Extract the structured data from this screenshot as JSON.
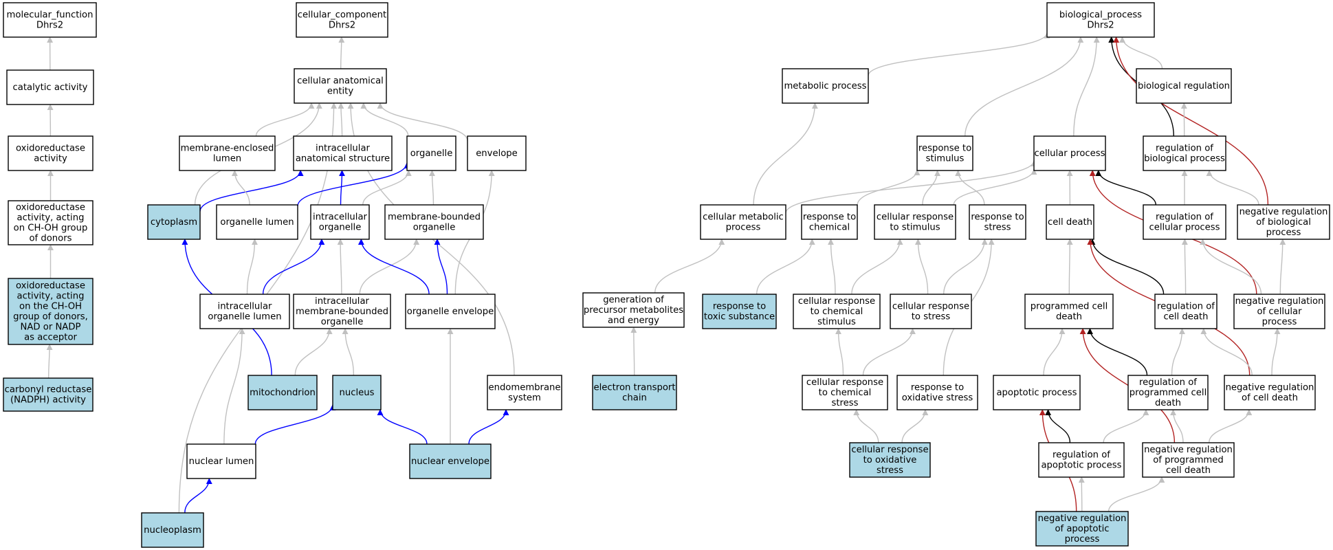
{
  "colors": {
    "highlight": "#add8e6",
    "plain": "#ffffff",
    "grey": "#c0c0c0",
    "blue": "#0000ff",
    "black": "#000000",
    "red": "#b22222"
  },
  "nodes": [
    {
      "id": "mf",
      "lines": [
        "molecular_function",
        "Dhrs2"
      ],
      "highlighted": false
    },
    {
      "id": "cat",
      "lines": [
        "catalytic activity"
      ],
      "highlighted": false
    },
    {
      "id": "oxr",
      "lines": [
        "oxidoreductase",
        "activity"
      ],
      "highlighted": false
    },
    {
      "id": "oxch",
      "lines": [
        "oxidoreductase",
        "activity, acting",
        "on CH-OH group",
        "of donors"
      ],
      "highlighted": false
    },
    {
      "id": "oxnad",
      "lines": [
        "oxidoreductase",
        "activity, acting",
        "on the CH-OH",
        "group of donors,",
        "NAD or NADP",
        "as acceptor"
      ],
      "highlighted": true
    },
    {
      "id": "carb",
      "lines": [
        "carbonyl reductase",
        "(NADPH) activity"
      ],
      "highlighted": true
    },
    {
      "id": "cc",
      "lines": [
        "cellular_component",
        "Dhrs2"
      ],
      "highlighted": false
    },
    {
      "id": "cae",
      "lines": [
        "cellular anatomical",
        "entity"
      ],
      "highlighted": false
    },
    {
      "id": "mel",
      "lines": [
        "membrane-enclosed",
        "lumen"
      ],
      "highlighted": false
    },
    {
      "id": "ias",
      "lines": [
        "intracellular",
        "anatomical structure"
      ],
      "highlighted": false
    },
    {
      "id": "org",
      "lines": [
        "organelle"
      ],
      "highlighted": false
    },
    {
      "id": "env",
      "lines": [
        "envelope"
      ],
      "highlighted": false
    },
    {
      "id": "cyto",
      "lines": [
        "cytoplasm"
      ],
      "highlighted": true
    },
    {
      "id": "orgl",
      "lines": [
        "organelle lumen"
      ],
      "highlighted": false
    },
    {
      "id": "io",
      "lines": [
        "intracellular",
        "organelle"
      ],
      "highlighted": false
    },
    {
      "id": "mbo",
      "lines": [
        "membrane-bounded",
        "organelle"
      ],
      "highlighted": false
    },
    {
      "id": "iol",
      "lines": [
        "intracellular",
        "organelle lumen"
      ],
      "highlighted": false
    },
    {
      "id": "imbo",
      "lines": [
        "intracellular",
        "membrane-bounded",
        "organelle"
      ],
      "highlighted": false
    },
    {
      "id": "oenv",
      "lines": [
        "organelle envelope"
      ],
      "highlighted": false
    },
    {
      "id": "mito",
      "lines": [
        "mitochondrion"
      ],
      "highlighted": true
    },
    {
      "id": "nuc",
      "lines": [
        "nucleus"
      ],
      "highlighted": true
    },
    {
      "id": "ems",
      "lines": [
        "endomembrane",
        "system"
      ],
      "highlighted": false
    },
    {
      "id": "nlum",
      "lines": [
        "nuclear lumen"
      ],
      "highlighted": false
    },
    {
      "id": "nenv",
      "lines": [
        "nuclear envelope"
      ],
      "highlighted": true
    },
    {
      "id": "nplasm",
      "lines": [
        "nucleoplasm"
      ],
      "highlighted": true
    },
    {
      "id": "bp",
      "lines": [
        "biological_process",
        "Dhrs2"
      ],
      "highlighted": false
    },
    {
      "id": "mp",
      "lines": [
        "metabolic process"
      ],
      "highlighted": false
    },
    {
      "id": "breg",
      "lines": [
        "biological regulation"
      ],
      "highlighted": false
    },
    {
      "id": "rstim",
      "lines": [
        "response to",
        "stimulus"
      ],
      "highlighted": false
    },
    {
      "id": "cp",
      "lines": [
        "cellular process"
      ],
      "highlighted": false
    },
    {
      "id": "rbp",
      "lines": [
        "regulation of",
        "biological process"
      ],
      "highlighted": false
    },
    {
      "id": "cmp",
      "lines": [
        "cellular metabolic",
        "process"
      ],
      "highlighted": false
    },
    {
      "id": "rchem",
      "lines": [
        "response to",
        "chemical"
      ],
      "highlighted": false
    },
    {
      "id": "crstim",
      "lines": [
        "cellular response",
        "to stimulus"
      ],
      "highlighted": false
    },
    {
      "id": "rstress",
      "lines": [
        "response to",
        "stress"
      ],
      "highlighted": false
    },
    {
      "id": "cdeath",
      "lines": [
        "cell death"
      ],
      "highlighted": false
    },
    {
      "id": "rcp",
      "lines": [
        "regulation of",
        "cellular process"
      ],
      "highlighted": false
    },
    {
      "id": "nrbp",
      "lines": [
        "negative regulation",
        "of biological",
        "process"
      ],
      "highlighted": false
    },
    {
      "id": "gpm",
      "lines": [
        "generation of",
        "precursor metabolites",
        "and energy"
      ],
      "highlighted": false
    },
    {
      "id": "rtox",
      "lines": [
        "response to",
        "toxic substance"
      ],
      "highlighted": true
    },
    {
      "id": "crcs",
      "lines": [
        "cellular response",
        "to chemical",
        "stimulus"
      ],
      "highlighted": false
    },
    {
      "id": "crs",
      "lines": [
        "cellular response",
        "to stress"
      ],
      "highlighted": false
    },
    {
      "id": "pcd",
      "lines": [
        "programmed cell",
        "death"
      ],
      "highlighted": false
    },
    {
      "id": "rcd",
      "lines": [
        "regulation of",
        "cell death"
      ],
      "highlighted": false
    },
    {
      "id": "nrcp",
      "lines": [
        "negative regulation",
        "of cellular",
        "process"
      ],
      "highlighted": false
    },
    {
      "id": "etc",
      "lines": [
        "electron transport",
        "chain"
      ],
      "highlighted": true
    },
    {
      "id": "crcstr",
      "lines": [
        "cellular response",
        "to chemical",
        "stress"
      ],
      "highlighted": false
    },
    {
      "id": "roxs",
      "lines": [
        "response to",
        "oxidative stress"
      ],
      "highlighted": false
    },
    {
      "id": "apop",
      "lines": [
        "apoptotic process"
      ],
      "highlighted": false
    },
    {
      "id": "rpcd",
      "lines": [
        "regulation of",
        "programmed cell",
        "death"
      ],
      "highlighted": false
    },
    {
      "id": "nrcd",
      "lines": [
        "negative regulation",
        "of cell death"
      ],
      "highlighted": false
    },
    {
      "id": "croxs",
      "lines": [
        "cellular response",
        "to oxidative",
        "stress"
      ],
      "highlighted": true
    },
    {
      "id": "rapop",
      "lines": [
        "regulation of",
        "apoptotic process"
      ],
      "highlighted": false
    },
    {
      "id": "nrpcd",
      "lines": [
        "negative regulation",
        "of programmed",
        "cell death"
      ],
      "highlighted": false
    },
    {
      "id": "nrapop",
      "lines": [
        "negative regulation",
        "of apoptotic",
        "process"
      ],
      "highlighted": true
    }
  ],
  "edges": [
    {
      "from": "cat",
      "to": "mf",
      "color": "grey"
    },
    {
      "from": "oxr",
      "to": "cat",
      "color": "grey"
    },
    {
      "from": "oxch",
      "to": "oxr",
      "color": "grey"
    },
    {
      "from": "oxnad",
      "to": "oxch",
      "color": "grey"
    },
    {
      "from": "carb",
      "to": "oxnad",
      "color": "grey"
    },
    {
      "from": "cae",
      "to": "cc",
      "color": "grey"
    },
    {
      "from": "mel",
      "to": "cae",
      "color": "grey"
    },
    {
      "from": "ias",
      "to": "cae",
      "color": "grey"
    },
    {
      "from": "org",
      "to": "cae",
      "color": "grey"
    },
    {
      "from": "env",
      "to": "cae",
      "color": "grey"
    },
    {
      "from": "cyto",
      "to": "cae",
      "color": "grey"
    },
    {
      "from": "nplasm",
      "to": "cae",
      "color": "grey"
    },
    {
      "from": "ems",
      "to": "cae",
      "color": "grey"
    },
    {
      "from": "cyto",
      "to": "ias",
      "color": "blue"
    },
    {
      "from": "orgl",
      "to": "mel",
      "color": "grey"
    },
    {
      "from": "orgl",
      "to": "org",
      "color": "blue"
    },
    {
      "from": "io",
      "to": "ias",
      "color": "blue"
    },
    {
      "from": "io",
      "to": "org",
      "color": "grey"
    },
    {
      "from": "mbo",
      "to": "org",
      "color": "grey"
    },
    {
      "from": "iol",
      "to": "orgl",
      "color": "grey"
    },
    {
      "from": "iol",
      "to": "io",
      "color": "blue"
    },
    {
      "from": "imbo",
      "to": "io",
      "color": "grey"
    },
    {
      "from": "imbo",
      "to": "mbo",
      "color": "grey"
    },
    {
      "from": "oenv",
      "to": "io",
      "color": "blue"
    },
    {
      "from": "oenv",
      "to": "mbo",
      "color": "blue"
    },
    {
      "from": "oenv",
      "to": "env",
      "color": "grey"
    },
    {
      "from": "mito",
      "to": "cyto",
      "color": "blue"
    },
    {
      "from": "mito",
      "to": "imbo",
      "color": "grey"
    },
    {
      "from": "nuc",
      "to": "imbo",
      "color": "grey"
    },
    {
      "from": "nlum",
      "to": "iol",
      "color": "grey"
    },
    {
      "from": "nlum",
      "to": "nuc",
      "color": "blue"
    },
    {
      "from": "nenv",
      "to": "nuc",
      "color": "blue"
    },
    {
      "from": "nenv",
      "to": "oenv",
      "color": "grey"
    },
    {
      "from": "nenv",
      "to": "ems",
      "color": "blue"
    },
    {
      "from": "nplasm",
      "to": "nlum",
      "color": "blue"
    },
    {
      "from": "mp",
      "to": "bp",
      "color": "grey"
    },
    {
      "from": "breg",
      "to": "bp",
      "color": "grey"
    },
    {
      "from": "rstim",
      "to": "bp",
      "color": "grey"
    },
    {
      "from": "cp",
      "to": "bp",
      "color": "grey"
    },
    {
      "from": "rbp",
      "to": "bp",
      "color": "black"
    },
    {
      "from": "nrbp",
      "to": "bp",
      "color": "red"
    },
    {
      "from": "rbp",
      "to": "breg",
      "color": "grey"
    },
    {
      "from": "cmp",
      "to": "mp",
      "color": "grey"
    },
    {
      "from": "cmp",
      "to": "cp",
      "color": "grey"
    },
    {
      "from": "rchem",
      "to": "rstim",
      "color": "grey"
    },
    {
      "from": "crstim",
      "to": "rstim",
      "color": "grey"
    },
    {
      "from": "crstim",
      "to": "cp",
      "color": "grey"
    },
    {
      "from": "rstress",
      "to": "rstim",
      "color": "grey"
    },
    {
      "from": "cdeath",
      "to": "cp",
      "color": "grey"
    },
    {
      "from": "rcp",
      "to": "cp",
      "color": "black"
    },
    {
      "from": "rcp",
      "to": "rbp",
      "color": "grey"
    },
    {
      "from": "nrbp",
      "to": "rbp",
      "color": "grey"
    },
    {
      "from": "nrcp",
      "to": "cp",
      "color": "red"
    },
    {
      "from": "gpm",
      "to": "cmp",
      "color": "grey"
    },
    {
      "from": "rtox",
      "to": "rchem",
      "color": "grey"
    },
    {
      "from": "crcs",
      "to": "rchem",
      "color": "grey"
    },
    {
      "from": "crcs",
      "to": "crstim",
      "color": "grey"
    },
    {
      "from": "crs",
      "to": "crstim",
      "color": "grey"
    },
    {
      "from": "crs",
      "to": "rstress",
      "color": "grey"
    },
    {
      "from": "roxs",
      "to": "rstress",
      "color": "grey"
    },
    {
      "from": "pcd",
      "to": "cdeath",
      "color": "grey"
    },
    {
      "from": "rcd",
      "to": "cdeath",
      "color": "black"
    },
    {
      "from": "rcd",
      "to": "rcp",
      "color": "grey"
    },
    {
      "from": "nrcp",
      "to": "rcp",
      "color": "grey"
    },
    {
      "from": "nrcp",
      "to": "nrbp",
      "color": "grey"
    },
    {
      "from": "nrcd",
      "to": "cdeath",
      "color": "red"
    },
    {
      "from": "nrcd",
      "to": "rcd",
      "color": "grey"
    },
    {
      "from": "nrcd",
      "to": "nrcp",
      "color": "grey"
    },
    {
      "from": "etc",
      "to": "gpm",
      "color": "grey"
    },
    {
      "from": "crcstr",
      "to": "crcs",
      "color": "grey"
    },
    {
      "from": "crcstr",
      "to": "crs",
      "color": "grey"
    },
    {
      "from": "croxs",
      "to": "crcstr",
      "color": "grey"
    },
    {
      "from": "croxs",
      "to": "roxs",
      "color": "grey"
    },
    {
      "from": "apop",
      "to": "pcd",
      "color": "grey"
    },
    {
      "from": "rpcd",
      "to": "pcd",
      "color": "black"
    },
    {
      "from": "rpcd",
      "to": "rcd",
      "color": "grey"
    },
    {
      "from": "nrpcd",
      "to": "pcd",
      "color": "red"
    },
    {
      "from": "nrpcd",
      "to": "rpcd",
      "color": "grey"
    },
    {
      "from": "nrpcd",
      "to": "nrcd",
      "color": "grey"
    },
    {
      "from": "rapop",
      "to": "apop",
      "color": "black"
    },
    {
      "from": "rapop",
      "to": "rpcd",
      "color": "grey"
    },
    {
      "from": "nrapop",
      "to": "apop",
      "color": "red"
    },
    {
      "from": "nrapop",
      "to": "rapop",
      "color": "grey"
    },
    {
      "from": "nrapop",
      "to": "nrpcd",
      "color": "grey"
    }
  ]
}
